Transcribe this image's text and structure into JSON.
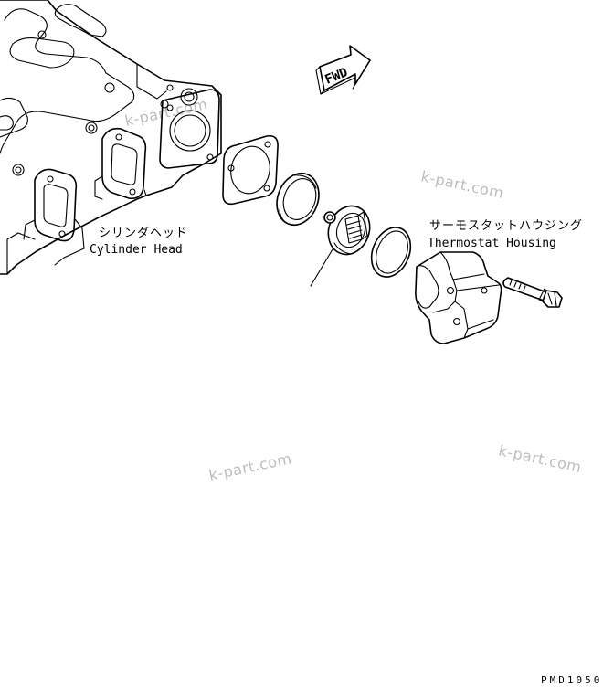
{
  "labels": {
    "cylinder_head_jp": "シリンダヘッド",
    "cylinder_head_en": "Cylinder Head",
    "thermostat_housing_jp": "サーモスタットハウジング",
    "thermostat_housing_en": "Thermostat Housing"
  },
  "direction_marker": {
    "text": "FWD"
  },
  "drawing_code": "PMD1050",
  "watermarks": [
    "k-part.com",
    "k-part.com",
    "k-part.com",
    "k-part.com"
  ]
}
